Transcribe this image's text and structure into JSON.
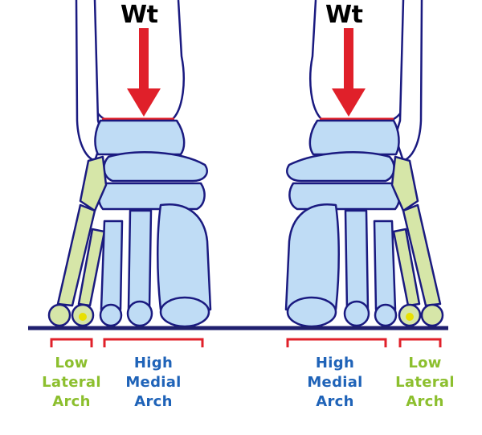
{
  "weight_label": "Wt",
  "labels": {
    "left_lateral": [
      "Low",
      "Lateral",
      "Arch"
    ],
    "left_medial": [
      "High",
      "Medial",
      "Arch"
    ],
    "right_medial": [
      "High",
      "Medial",
      "Arch"
    ],
    "right_lateral": [
      "Low",
      "Lateral",
      "Arch"
    ]
  },
  "colors": {
    "bone_fill": "#bfdcf5",
    "lateral_bone": "#d6e6a8",
    "outline": "#1a1a80",
    "weight_arrow": "#e0202a",
    "ground": "#1f1f6e",
    "medial_text": "#1f63b8",
    "lateral_text": "#8cbf2e",
    "bracket": "#e0202a",
    "highlight": "#e8e000"
  }
}
